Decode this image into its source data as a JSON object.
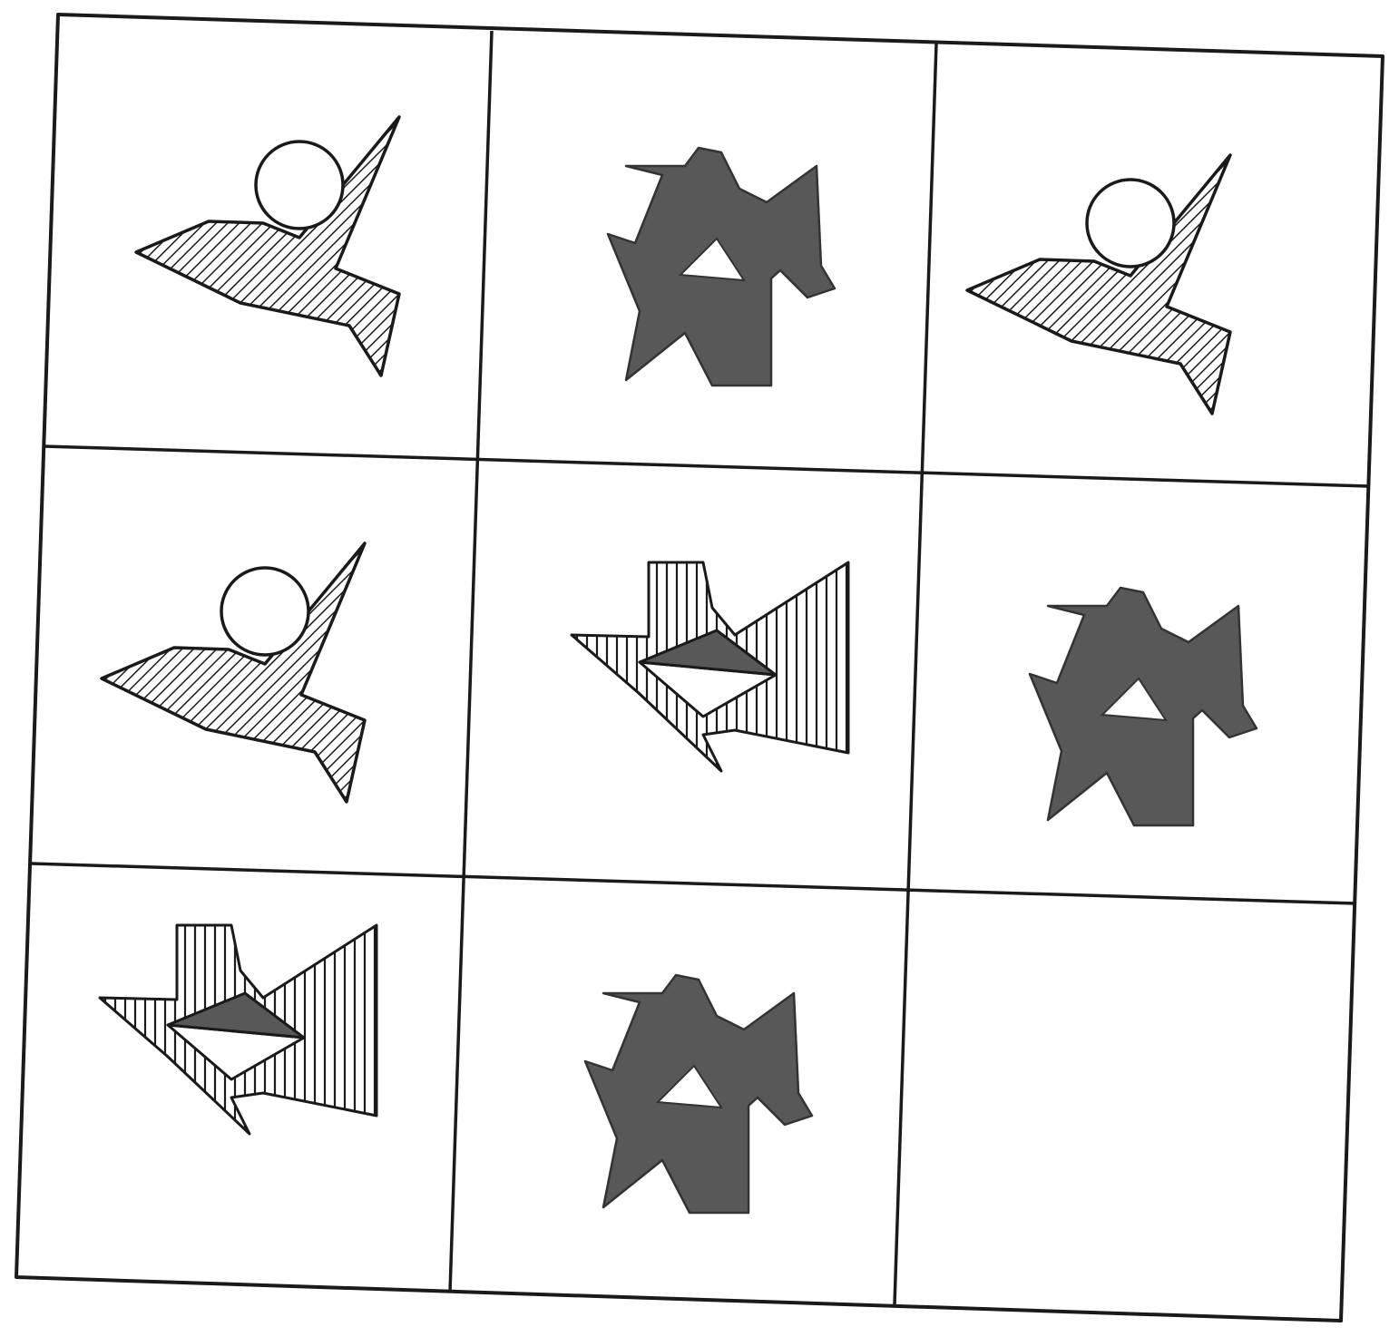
{
  "puzzle": {
    "rows": 3,
    "columns": 3,
    "colors": {
      "line": "#1a1a1a",
      "dark_fill": "#585858",
      "background": "#ffffff"
    },
    "cells": [
      {
        "row": 1,
        "col": 1,
        "figure": "circle-over-diagonal-hatched-bird"
      },
      {
        "row": 1,
        "col": 2,
        "figure": "two-dark-gray-stars-with-white-triangle"
      },
      {
        "row": 1,
        "col": 3,
        "figure": "circle-over-diagonal-hatched-bird"
      },
      {
        "row": 2,
        "col": 1,
        "figure": "circle-over-diagonal-hatched-bird"
      },
      {
        "row": 2,
        "col": 2,
        "figure": "vertical-striped-shape-with-dark-and-white-triangles"
      },
      {
        "row": 2,
        "col": 3,
        "figure": "two-dark-gray-stars-with-white-triangle"
      },
      {
        "row": 3,
        "col": 1,
        "figure": "vertical-striped-shape-with-dark-and-white-triangles"
      },
      {
        "row": 3,
        "col": 2,
        "figure": "two-dark-gray-stars-with-white-triangle"
      },
      {
        "row": 3,
        "col": 3,
        "figure": "empty"
      }
    ]
  }
}
